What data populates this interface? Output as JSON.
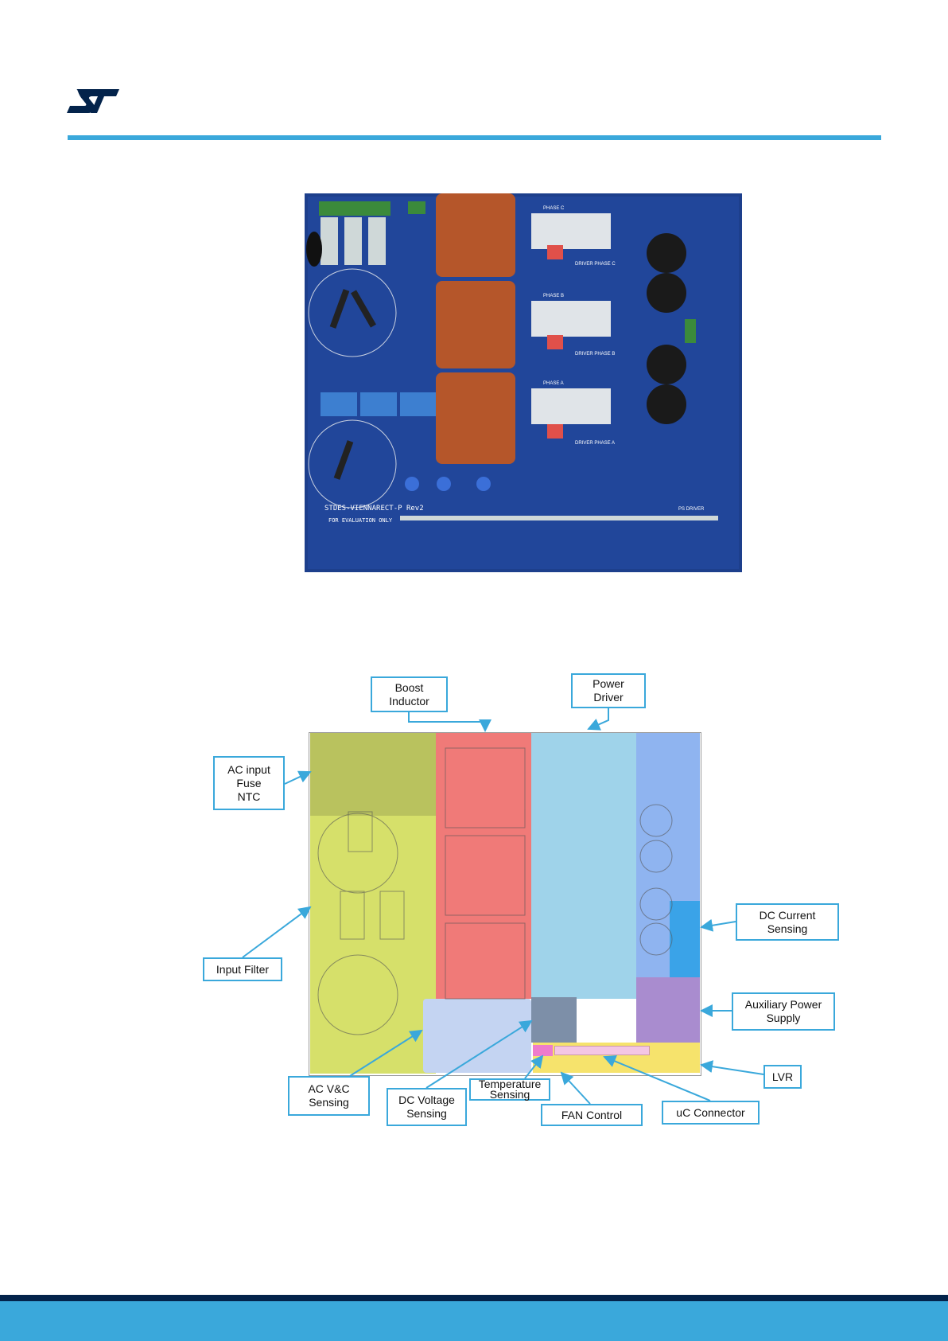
{
  "header": {
    "logo": "ST",
    "accent_color": "#3aa8db",
    "brand_color": "#03234b"
  },
  "photo": {
    "board_silkscreen": [
      "STDES-VIENNARECT-P Rev2",
      "FOR EVALUATION ONLY",
      "PHASE A",
      "PHASE B",
      "PHASE C",
      "DRIVER PHASE A",
      "DRIVER PHASE B",
      "DRIVER PHASE C",
      "PS DRIVER"
    ]
  },
  "diagram": {
    "labels": {
      "boost_inductor": "Boost\nInductor",
      "power_driver": "Power\nDriver",
      "ac_input": "AC input\nFuse\nNTC",
      "input_filter": "Input Filter",
      "dc_current": "DC Current\nSensing",
      "aux_power": "Auxiliary Power\nSupply",
      "lvr": "LVR",
      "ac_vc": "AC V&C\nSensing",
      "dc_voltage": "DC Voltage\nSensing",
      "temperature": "Temperature\nSensing",
      "fan": "FAN Control",
      "uc_connector": "uC Connector"
    },
    "region_colors": {
      "ac_input": "#b9c25e",
      "input_filter": "#d6e06a",
      "boost_inductor": "#f07a78",
      "power_driver": "#9fd3ea",
      "dc_link": "#8fb4f0",
      "dc_current": "#3aa3e8",
      "aux_power": "#a98ccf",
      "ac_vc": "#c4d4f2",
      "dc_voltage": "#7d8fa8",
      "fan": "#f6e36c",
      "uc_connector": "#f4c6e4",
      "temperature": "#ee7ccc"
    }
  }
}
